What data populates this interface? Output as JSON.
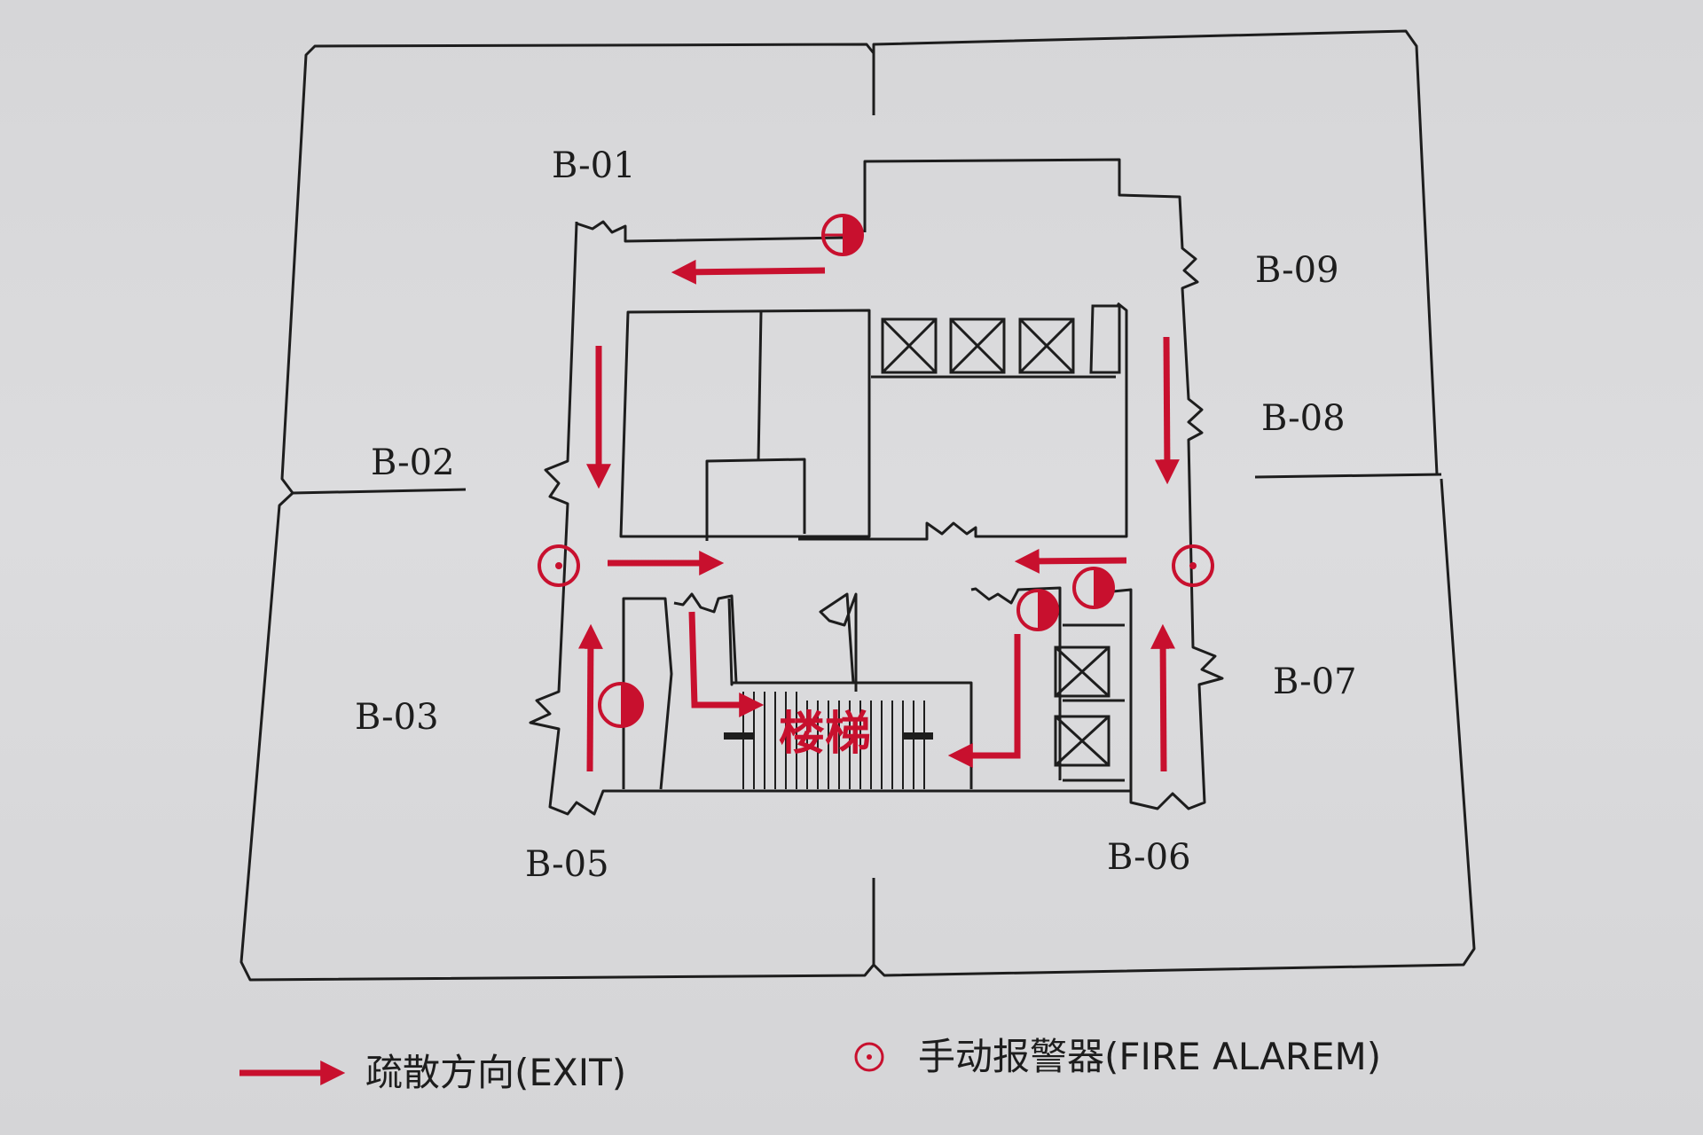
{
  "title_fragment": "",
  "units": [
    {
      "id": "B-01"
    },
    {
      "id": "B-02"
    },
    {
      "id": "B-03"
    },
    {
      "id": "B-05"
    },
    {
      "id": "B-06"
    },
    {
      "id": "B-07"
    },
    {
      "id": "B-08"
    },
    {
      "id": "B-09"
    }
  ],
  "stair_label": "楼梯",
  "legend": [
    {
      "symbol": "evacuation-arrow",
      "label": "疏散方向(EXIT)"
    },
    {
      "symbol": "manual-alarm",
      "label": "手动报警器(FIRE ALAREM)"
    }
  ],
  "colors": {
    "accent": "#c8102e",
    "line": "#1d1d1d",
    "paper": "#d9d9db"
  }
}
